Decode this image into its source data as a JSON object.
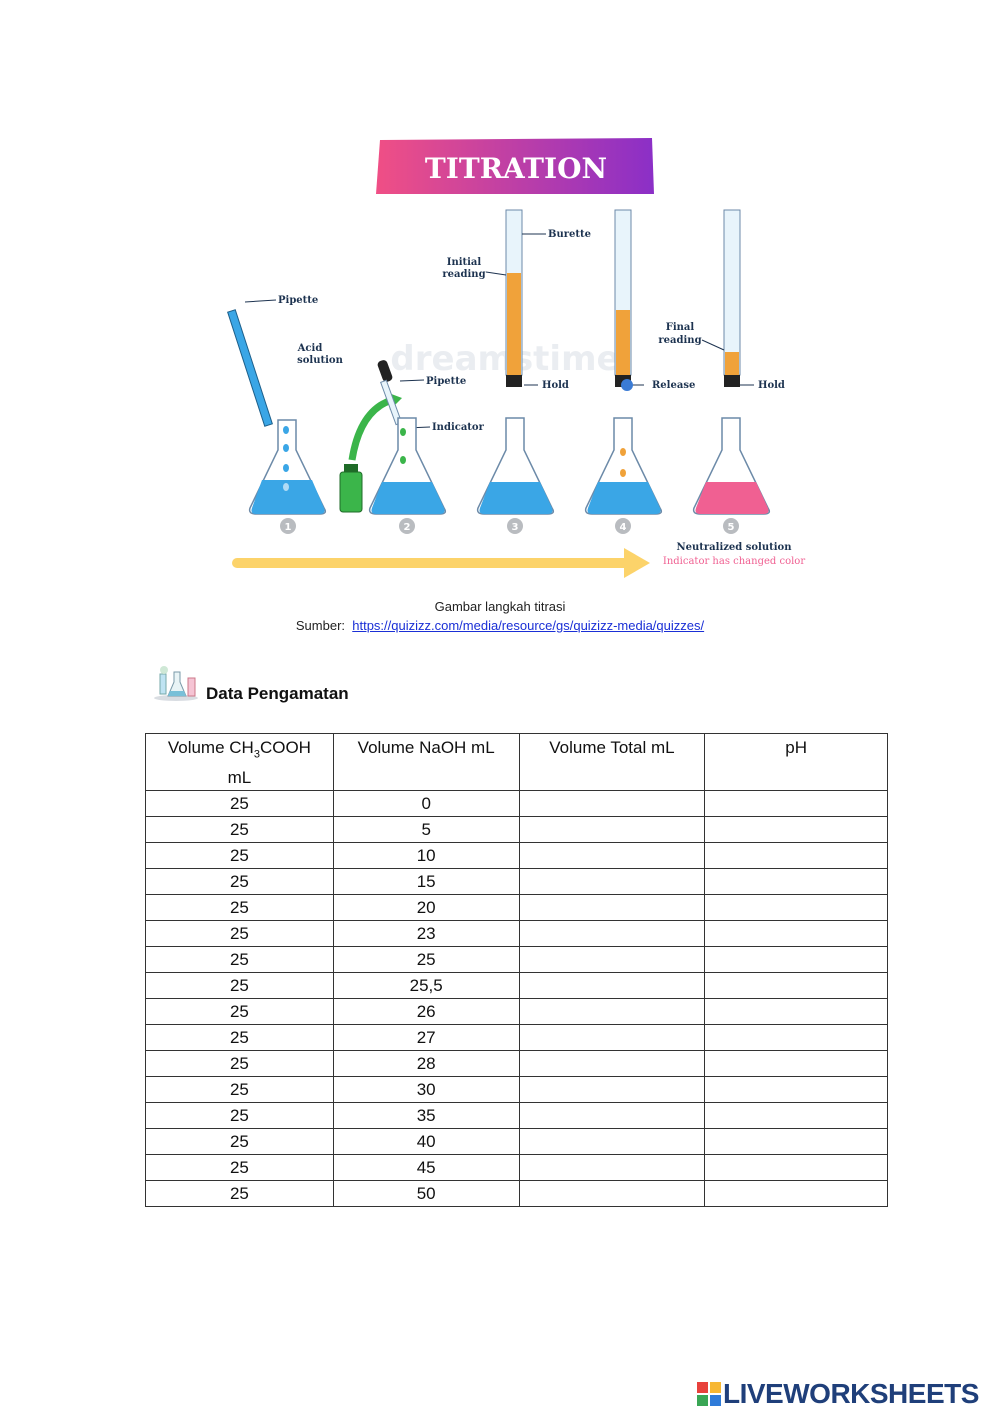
{
  "figure": {
    "banner": "TITRATION",
    "watermark": "dreamstime",
    "labels": {
      "pipette": "Pipette",
      "acid_solution_1": "Acid",
      "acid_solution_2": "solution",
      "pipette2": "Pipette",
      "indicator": "Indicator",
      "burette": "Burette",
      "initial_reading_1": "Initial",
      "initial_reading_2": "reading",
      "hold1": "Hold",
      "release": "Release",
      "final_reading_1": "Final",
      "final_reading_2": "reading",
      "hold2": "Hold",
      "neutralized": "Neutralized solution",
      "indicator_changed": "Indicator has changed color"
    },
    "steps": [
      "1",
      "2",
      "3",
      "4",
      "5"
    ],
    "colors": {
      "acid": "#3aa6e6",
      "titrant": "#f0a23a",
      "neutral": "#f06092",
      "indicator": "#3bb54a",
      "arrow": "#fcd36a"
    }
  },
  "caption": {
    "line1": "Gambar langkah titrasi",
    "source_label": "Sumber:",
    "source_url": "https://quizizz.com/media/resource/gs/quizizz-media/quizzes/"
  },
  "section": {
    "title": "Data Pengamatan"
  },
  "table": {
    "headers": {
      "col1_a": "Volume CH",
      "col1_sub": "3",
      "col1_b": "COOH",
      "col1_unit": "mL",
      "col2": "Volume NaOH mL",
      "col3": "Volume Total mL",
      "col4": "pH"
    },
    "rows": [
      [
        "25",
        "0",
        "",
        ""
      ],
      [
        "25",
        "5",
        "",
        ""
      ],
      [
        "25",
        "10",
        "",
        ""
      ],
      [
        "25",
        "15",
        "",
        ""
      ],
      [
        "25",
        "20",
        "",
        ""
      ],
      [
        "25",
        "23",
        "",
        ""
      ],
      [
        "25",
        "25",
        "",
        ""
      ],
      [
        "25",
        "25,5",
        "",
        ""
      ],
      [
        "25",
        "26",
        "",
        ""
      ],
      [
        "25",
        "27",
        "",
        ""
      ],
      [
        "25",
        "28",
        "",
        ""
      ],
      [
        "25",
        "30",
        "",
        ""
      ],
      [
        "25",
        "35",
        "",
        ""
      ],
      [
        "25",
        "40",
        "",
        ""
      ],
      [
        "25",
        "45",
        "",
        ""
      ],
      [
        "25",
        "50",
        "",
        ""
      ]
    ]
  },
  "brand": {
    "name": "LIVEWORKSHEETS"
  }
}
